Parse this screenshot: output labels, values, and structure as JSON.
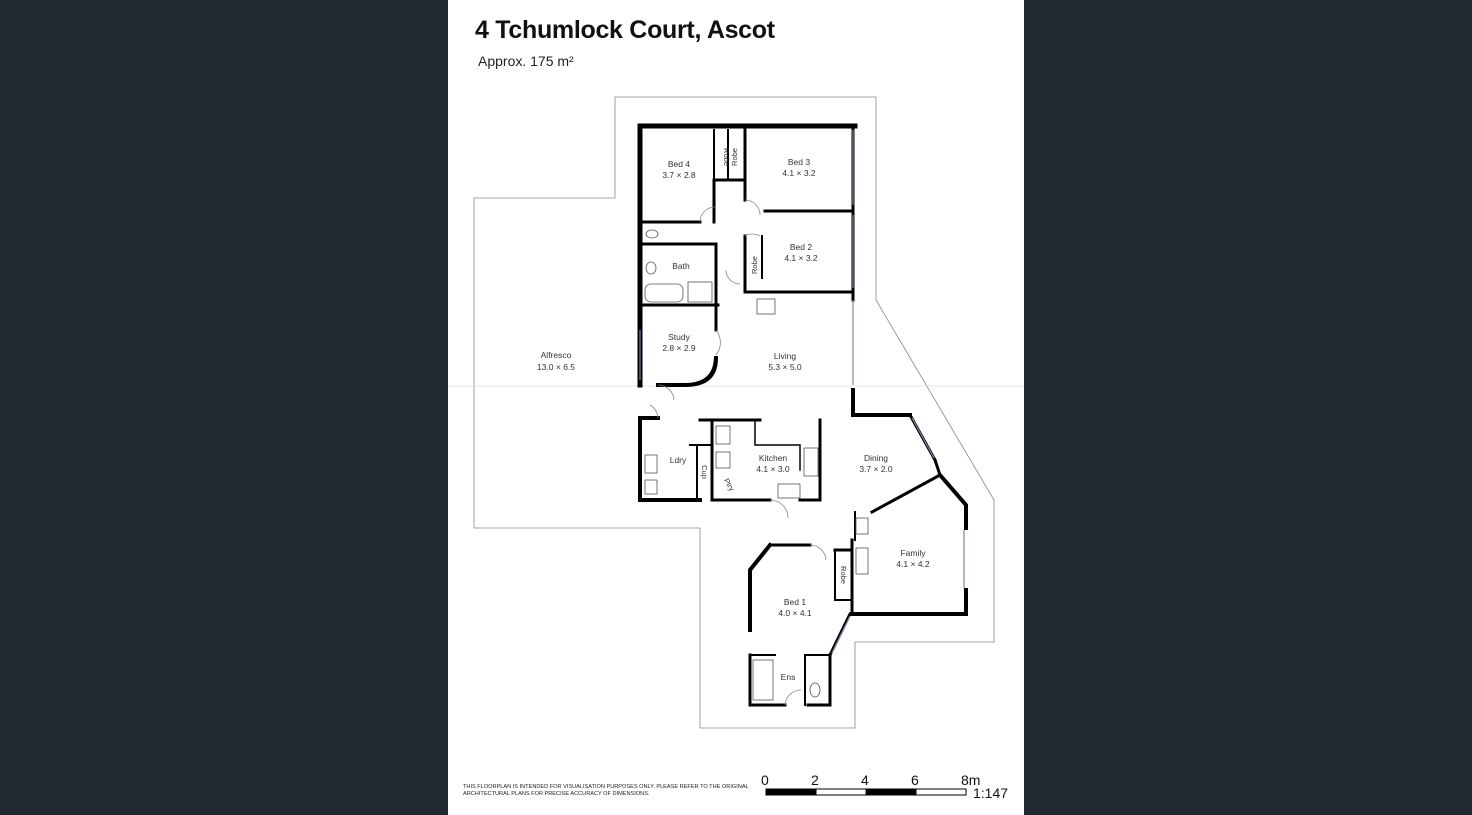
{
  "title": "4 Tchumlock Court, Ascot",
  "area": "Approx. 175 m²",
  "rooms": {
    "bed4": {
      "name": "Bed 4",
      "dims": "3.7 × 2.8"
    },
    "bed3": {
      "name": "Bed 3",
      "dims": "4.1 × 3.2"
    },
    "bed2": {
      "name": "Bed 2",
      "dims": "4.1 × 3.2"
    },
    "bath": {
      "name": "Bath"
    },
    "study": {
      "name": "Study",
      "dims": "2.8 × 2.9"
    },
    "living": {
      "name": "Living",
      "dims": "5.3 × 5.0"
    },
    "alfresco": {
      "name": "Alfresco",
      "dims": "13.0 × 6.5"
    },
    "ldry": {
      "name": "Ldry"
    },
    "cup": {
      "name": "Cup"
    },
    "ptry": {
      "name": "Ptry"
    },
    "kitchen": {
      "name": "Kitchen",
      "dims": "4.1 × 3.0"
    },
    "dining": {
      "name": "Dining",
      "dims": "3.7 × 2.0"
    },
    "family": {
      "name": "Family",
      "dims": "4.1 × 4.2"
    },
    "bed1": {
      "name": "Bed 1",
      "dims": "4.0 × 4.1"
    },
    "ens": {
      "name": "Ens"
    },
    "robe_a": {
      "name": "Robe"
    },
    "robe_b": {
      "name": "Robe"
    },
    "robe_c": {
      "name": "Robe"
    },
    "robe_d": {
      "name": "Robe"
    }
  },
  "disclaimer": "This floorplan is intended for visualisation purposes only. Please refer to the original architectural plans for precise accuracy of dimensions.",
  "scale": {
    "ticks": [
      "0",
      "2",
      "4",
      "6",
      "8m"
    ],
    "ratio": "1:147"
  }
}
